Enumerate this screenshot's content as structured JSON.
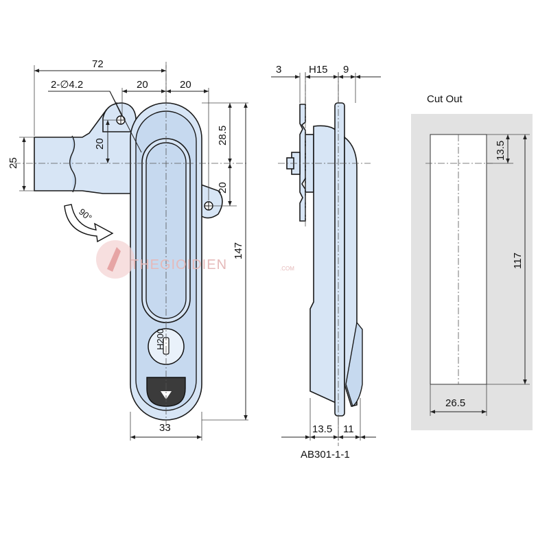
{
  "front_view": {
    "dims": {
      "overall_width": "72",
      "hole_spec": "2-∅4.2",
      "left_spacing": "20",
      "right_spacing": "20",
      "handle_height": "25",
      "hole_offset_left": "20",
      "top_offset": "28.5",
      "hole_offset_right": "20",
      "overall_height": "147",
      "body_width": "33"
    },
    "rotation_label": "90°",
    "lock_code": "H200"
  },
  "side_view": {
    "dims": {
      "left": "3",
      "middle": "H15",
      "right": "9",
      "bottom_left": "13.5",
      "bottom_right": "11"
    },
    "model": "AB301-1-1"
  },
  "cutout": {
    "title": "Cut Out",
    "top_offset": "13.5",
    "height": "117",
    "width": "26.5"
  },
  "watermark": {
    "text": "THEGIOIDIEN",
    "suffix": ".COM"
  },
  "colors": {
    "part_fill": "#d7e5f5",
    "cutout_panel": "#e2e2e2"
  }
}
